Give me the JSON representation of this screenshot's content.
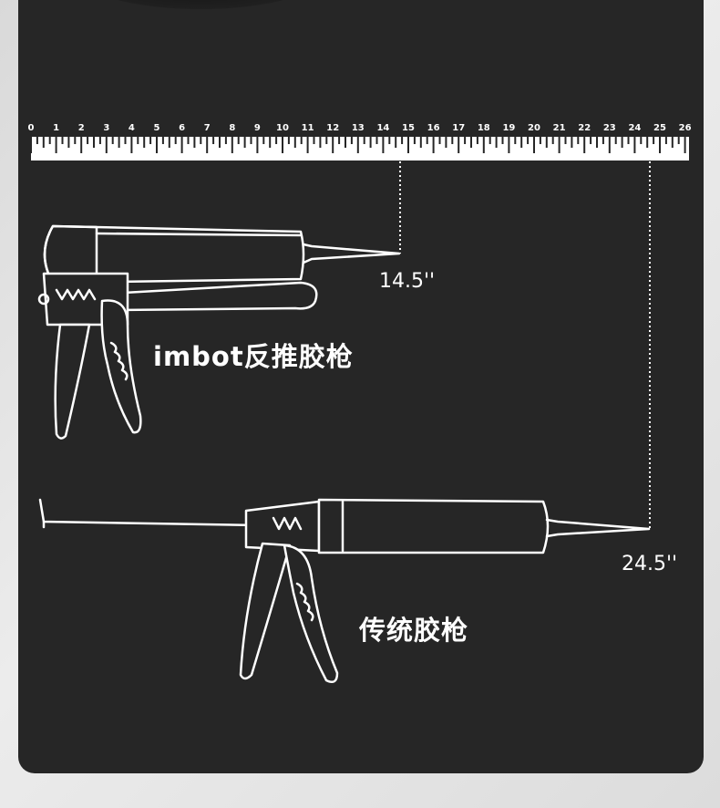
{
  "ruler": {
    "ticks": [
      "0",
      "1",
      "2",
      "3",
      "4",
      "5",
      "6",
      "7",
      "8",
      "9",
      "10",
      "11",
      "12",
      "13",
      "14",
      "15",
      "16",
      "17",
      "18",
      "19",
      "20",
      "21",
      "22",
      "23",
      "24",
      "25",
      "26"
    ]
  },
  "products": [
    {
      "name": "imbot反推胶枪",
      "length": "14.5''"
    },
    {
      "name": "传统胶枪",
      "length": "24.5''"
    }
  ],
  "colors": {
    "background": "#262626",
    "line": "#ffffff",
    "outer": "#e5e5e5"
  }
}
